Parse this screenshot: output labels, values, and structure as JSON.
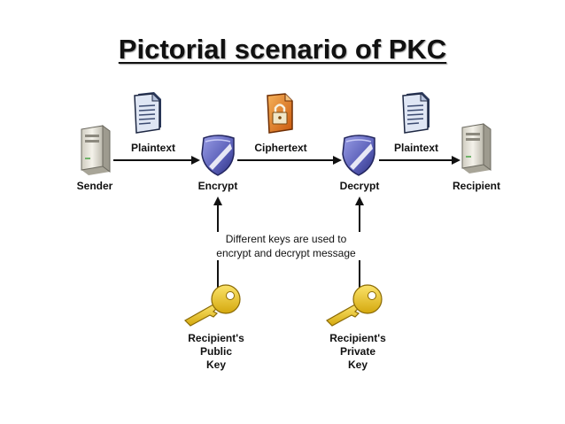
{
  "title": "Pictorial scenario of PKC",
  "nodes": {
    "sender": "Sender",
    "encrypt": "Encrypt",
    "decrypt": "Decrypt",
    "recipient": "Recipient"
  },
  "edges": {
    "plaintext_1": "Plaintext",
    "ciphertext": "Ciphertext",
    "plaintext_2": "Plaintext"
  },
  "note": {
    "line1": "Different keys are used to",
    "line2": "encrypt and decrypt message"
  },
  "keys": {
    "public": [
      "Recipient's",
      "Public",
      "Key"
    ],
    "private": [
      "Recipient's",
      "Private",
      "Key"
    ]
  },
  "colors": {
    "shield": "#6b6fc4",
    "key": "#e8c21e",
    "lock_doc": "#e07a1a",
    "document": "#c8d4ea"
  },
  "icons": {
    "computer": "server-tower-icon",
    "shield": "shield-icon",
    "document": "document-icon",
    "locked_document": "locked-document-icon",
    "key": "key-icon"
  }
}
